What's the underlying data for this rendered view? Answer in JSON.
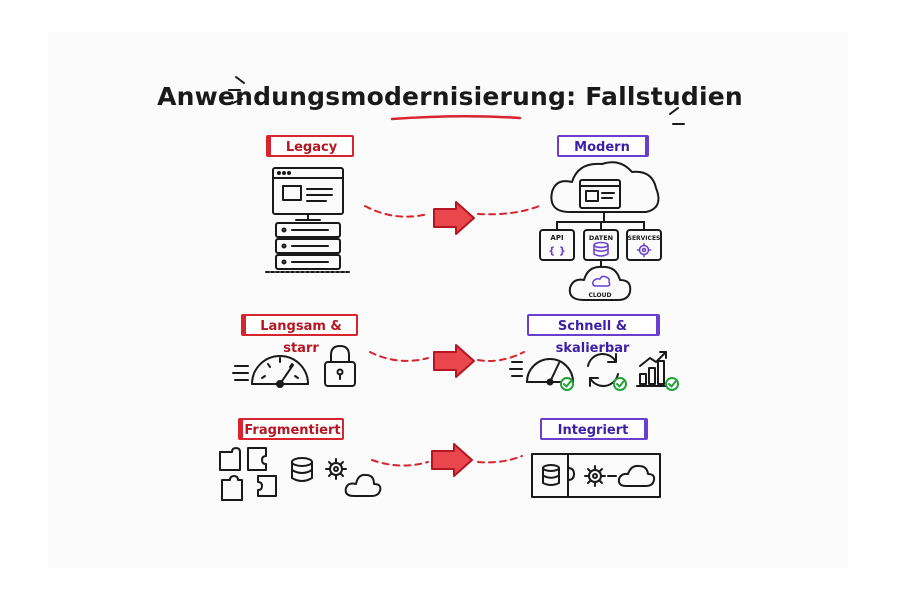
{
  "title": "Anwendungsmodernisierung: Fallstudien",
  "rows": [
    {
      "left_label": "Legacy",
      "right_label": "Modern"
    },
    {
      "left_label": "Langsam & starr",
      "right_label": "Schnell & skalierbar"
    },
    {
      "left_label": "Fragmentiert",
      "right_label": "Integriert"
    }
  ],
  "modern": {
    "api_label": "API",
    "api_symbol": "{ }",
    "data_label": "DATEN",
    "services_label": "SERVICES",
    "cloud_label": "CLOUD"
  },
  "colors": {
    "legacy_red": "#d8242e",
    "modern_purple": "#6a3fd0",
    "check_green": "#22a23a",
    "ink": "#1a1a1a"
  }
}
